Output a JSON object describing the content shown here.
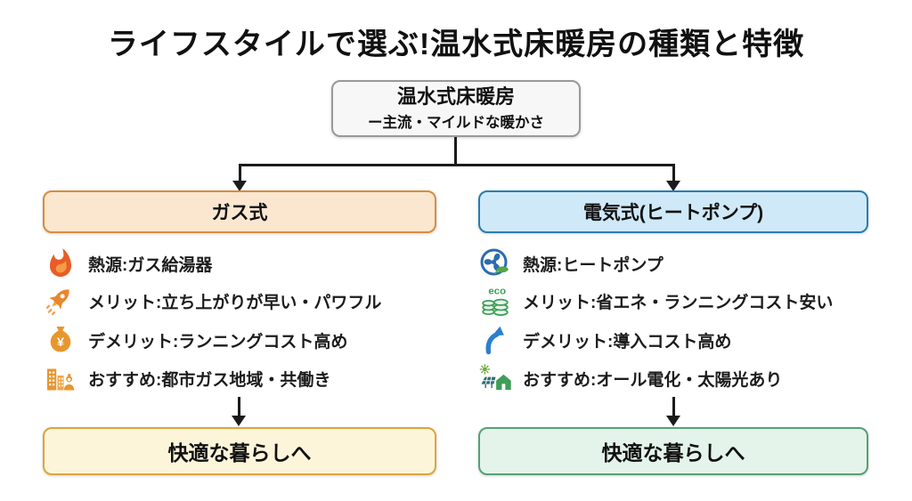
{
  "title": "ライフスタイルで選ぶ!温水式床暖房の種類と特徴",
  "root_box": {
    "title": "温水式床暖房",
    "subtitle": "ー主流・マイルドな暖かさ"
  },
  "branches": [
    {
      "id": "gas",
      "header": "ガス式",
      "items": [
        {
          "icon": "flame-icon",
          "text": "熱源:ガス給湯器"
        },
        {
          "icon": "rocket-icon",
          "text": "メリット:立ち上がりが早い・パワフル"
        },
        {
          "icon": "money-bag-icon",
          "text": "デメリット:ランニングコスト高め"
        },
        {
          "icon": "city-worker-icon",
          "text": "おすすめ:都市ガス地域・共働き"
        }
      ],
      "footer": "快適な暮らしへ"
    },
    {
      "id": "electric",
      "header": "電気式(ヒートポンプ)",
      "items": [
        {
          "icon": "heat-pump-fan-icon",
          "text": "熱源:ヒートポンプ"
        },
        {
          "icon": "eco-coins-icon",
          "text": "メリット:省エネ・ランニングコスト安い"
        },
        {
          "icon": "arrow-up-icon",
          "text": "デメリット:導入コスト高め"
        },
        {
          "icon": "solar-house-icon",
          "text": "おすすめ:オール電化・太陽光あり"
        }
      ],
      "footer": "快適な暮らしへ"
    }
  ],
  "icon_labels": {
    "eco": "eco",
    "yen": "¥"
  },
  "colors": {
    "gas_accent": "#d98c3f",
    "gas_fill": "#fbe7d0",
    "electric_accent": "#2a7cb0",
    "electric_fill": "#cfe9f8",
    "comfort_gas_fill": "#fdf5da",
    "comfort_gas_border": "#dfa33e",
    "comfort_electric_fill": "#e4f4ea",
    "comfort_electric_border": "#56a077",
    "root_fill": "#f7f7f7",
    "root_border": "#999999",
    "connector": "#1b1b1b",
    "icon_orange": "#e8962e",
    "icon_blue": "#2a6cb0",
    "icon_green": "#3f9e58"
  }
}
